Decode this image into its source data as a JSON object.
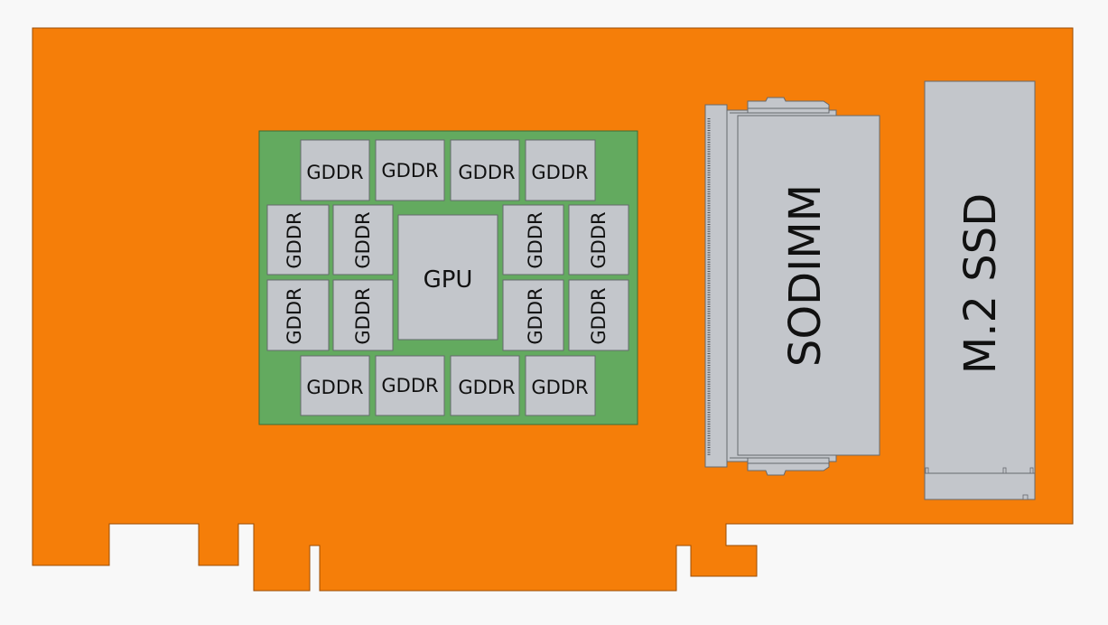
{
  "colors": {
    "background": "#f8f8f8",
    "board": "#f57e09",
    "board_stroke": "#9c4d05",
    "package": "#63aa5f",
    "package_stroke": "#3c6e38",
    "chip": "#c3c6cb",
    "chip_stroke": "#66696e",
    "text": "#111111"
  },
  "labels": {
    "gddr": "GDDR",
    "gpu": "GPU",
    "sodimm": "SODIMM",
    "ssd": "M.2 SSD"
  }
}
